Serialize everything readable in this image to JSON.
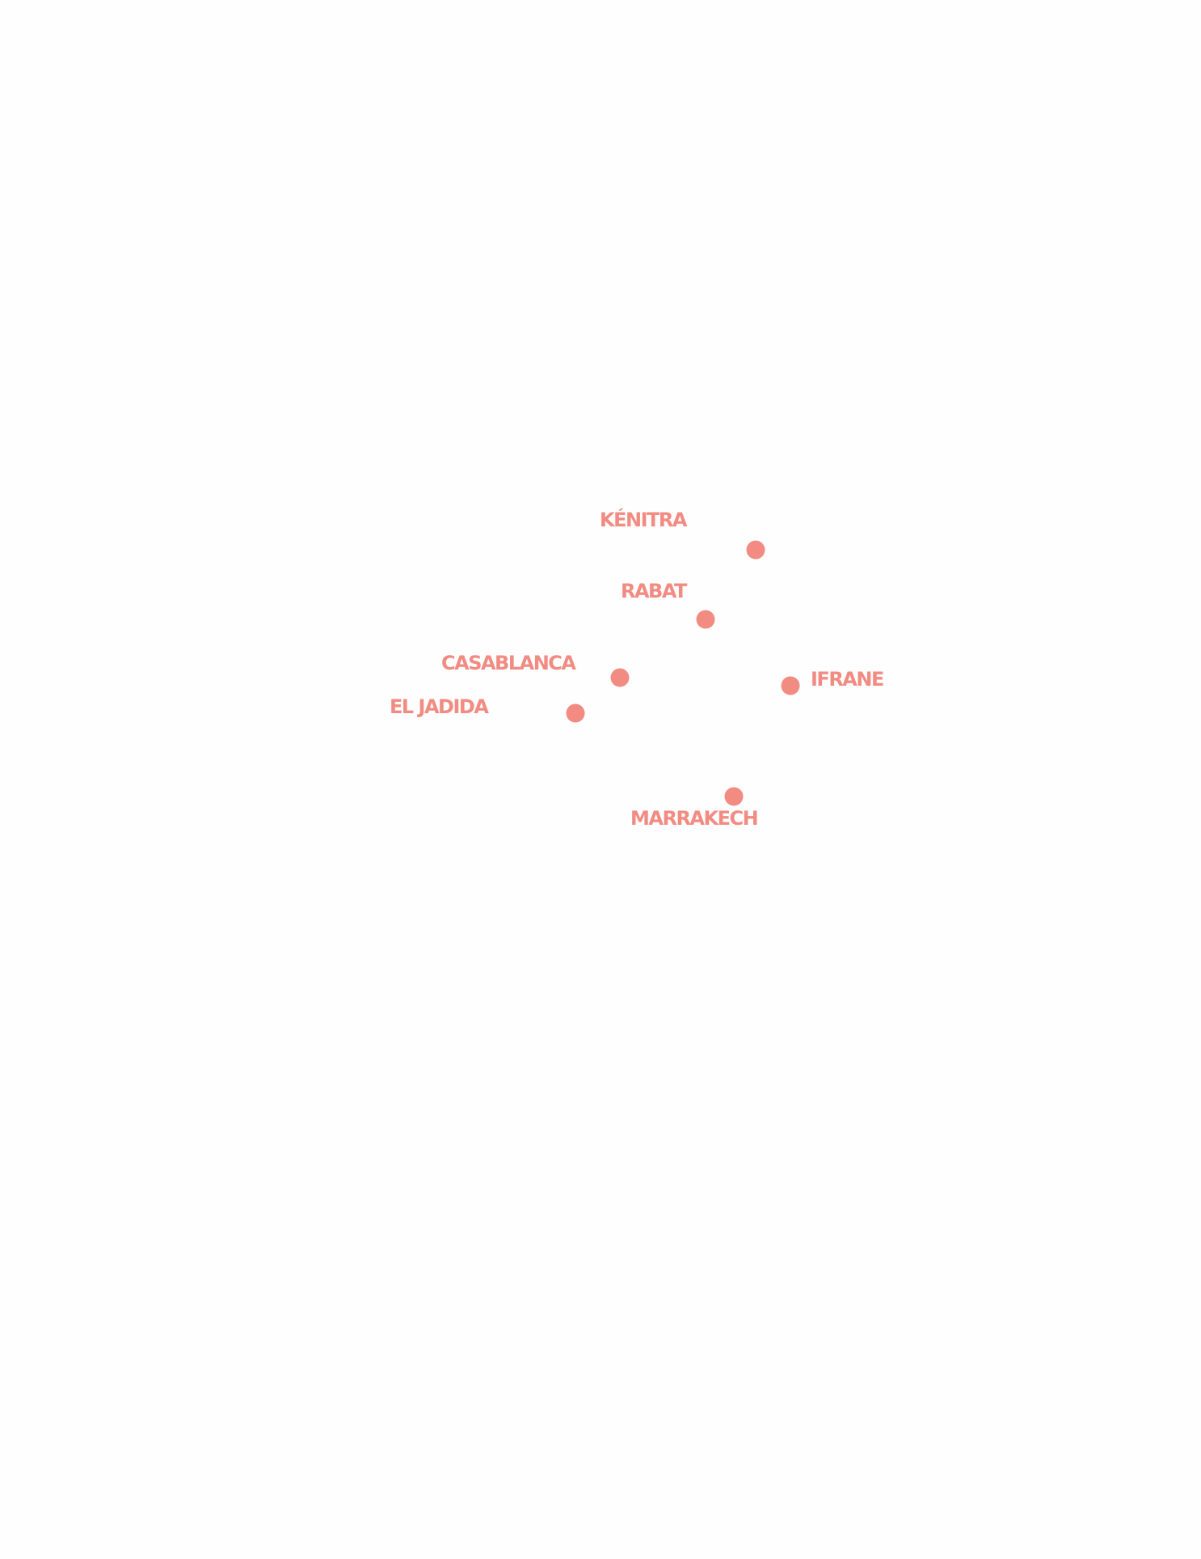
{
  "map": {
    "marker_color": "#f28b82",
    "background_color": "#ffffff",
    "cities": [
      {
        "id": "kenitra",
        "name": "KÉNITRA"
      },
      {
        "id": "rabat",
        "name": "RABAT"
      },
      {
        "id": "casablanca",
        "name": "CASABLANCA"
      },
      {
        "id": "ifrane",
        "name": "IFRANE"
      },
      {
        "id": "el-jadida",
        "name": "EL JADIDA"
      },
      {
        "id": "marrakech",
        "name": "MARRAKECH"
      }
    ]
  }
}
